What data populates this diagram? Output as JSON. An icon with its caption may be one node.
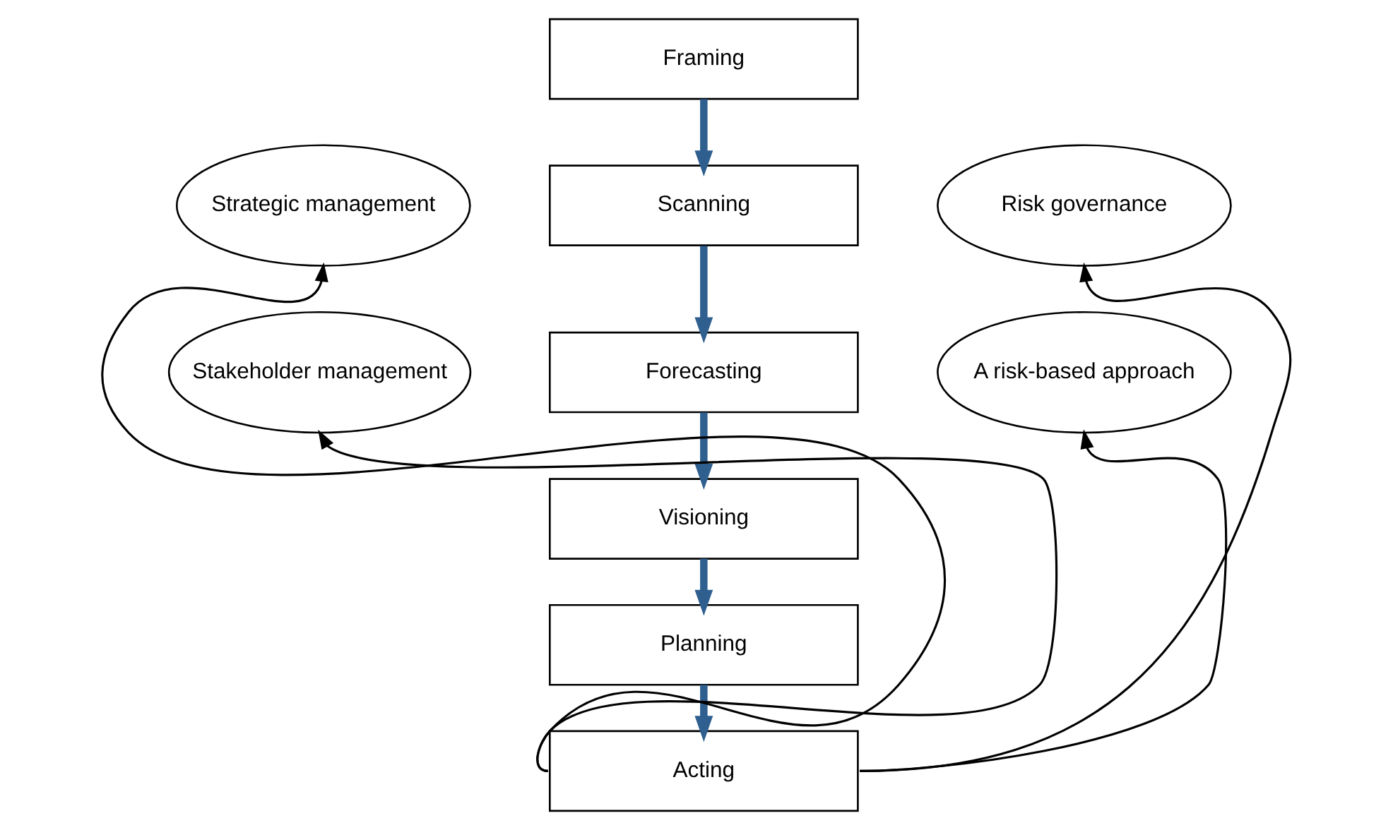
{
  "diagram": {
    "nodes": [
      {
        "text": [
          "Framing"
        ]
      },
      {
        "text": [
          "Scanning"
        ]
      },
      {
        "text": [
          "Forecasting"
        ]
      },
      {
        "text": [
          "Visioning"
        ]
      },
      {
        "text": [
          "Planning"
        ]
      },
      {
        "text": [
          "Acting"
        ]
      },
      {
        "text": [
          "Strategic management"
        ]
      },
      {
        "text": [
          "Stakeholder management"
        ]
      },
      {
        "text": [
          "Risk governance"
        ]
      },
      {
        "text": [
          "A risk-based approach"
        ]
      }
    ],
    "edges": [
      {
        "from": 0,
        "to": 1,
        "arrow": "to"
      },
      {
        "from": 1,
        "to": 2,
        "arrow": "to"
      },
      {
        "from": 2,
        "to": 3,
        "arrow": "to"
      },
      {
        "from": 3,
        "to": 4,
        "arrow": "to"
      },
      {
        "from": 4,
        "to": 5,
        "arrow": "to"
      },
      {
        "from": 5,
        "to": 6,
        "arrow": "to",
        "color": "#000000"
      },
      {
        "from": 5,
        "to": 7,
        "arrow": "to",
        "color": "#000000"
      },
      {
        "from": 5,
        "to": 8,
        "arrow": "to",
        "color": "#000000"
      },
      {
        "from": 5,
        "to": 9,
        "arrow": "to",
        "color": "#000000"
      }
    ]
  }
}
